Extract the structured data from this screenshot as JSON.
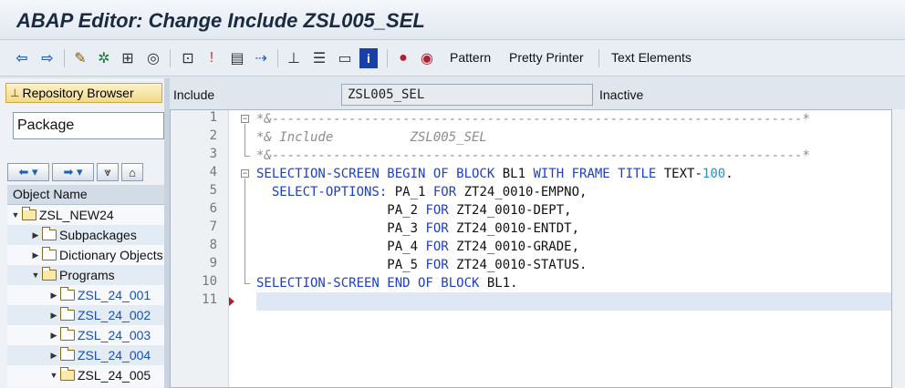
{
  "window": {
    "title": "ABAP Editor: Change Include ZSL005_SEL"
  },
  "toolbar": {
    "icons": [
      "back-arrow-icon",
      "forward-arrow-icon",
      "display-change-icon",
      "activate-icon",
      "check-icon",
      "test-icon",
      "where-used-icon",
      "object-list-icon",
      "navigation-icon",
      "pattern-icon",
      "layout-icon",
      "tree-icon",
      "help-icon",
      "breakpoint-icon",
      "session-breakpoint-icon"
    ],
    "pattern_label": "Pattern",
    "pretty_printer_label": "Pretty Printer",
    "text_elements_label": "Text Elements"
  },
  "left_panel": {
    "repository_browser_label": "Repository Browser",
    "object_type_value": "Package",
    "object_name_header": "Object Name",
    "tree": [
      {
        "label": "ZSL_NEW24",
        "level": 0,
        "expanded": true,
        "link": false
      },
      {
        "label": "Subpackages",
        "level": 1,
        "expanded": false,
        "link": false
      },
      {
        "label": "Dictionary Objects",
        "level": 1,
        "expanded": false,
        "link": false
      },
      {
        "label": "Programs",
        "level": 1,
        "expanded": true,
        "link": false
      },
      {
        "label": "ZSL_24_001",
        "level": 2,
        "expanded": false,
        "link": true
      },
      {
        "label": "ZSL_24_002",
        "level": 2,
        "expanded": false,
        "link": true
      },
      {
        "label": "ZSL_24_003",
        "level": 2,
        "expanded": false,
        "link": true
      },
      {
        "label": "ZSL_24_004",
        "level": 2,
        "expanded": false,
        "link": true
      },
      {
        "label": "ZSL_24_005",
        "level": 2,
        "expanded": true,
        "link": false
      }
    ]
  },
  "header_fields": {
    "include_label": "Include",
    "include_value": "ZSL005_SEL",
    "status": "Inactive"
  },
  "editor": {
    "line_numbers": [
      "1",
      "2",
      "3",
      "4",
      "5",
      "6",
      "7",
      "8",
      "9",
      "10",
      "11"
    ],
    "lines": {
      "l1": "*&---------------------------------------------------------------------*",
      "l2": "*& Include          ZSL005_SEL",
      "l3": "*&---------------------------------------------------------------------*",
      "l4_a": "SELECTION-SCREEN BEGIN OF BLOCK",
      "l4_b": " BL1 ",
      "l4_c": "WITH FRAME TITLE",
      "l4_d": " TEXT-",
      "l4_e": "100",
      "l4_f": ".",
      "l5_a": "  SELECT-OPTIONS:",
      "l5_b": " PA_1 ",
      "l5_c": "FOR",
      "l5_d": " ZT24_0010-EMPNO,",
      "l6_b": "                 PA_2 ",
      "l6_c": "FOR",
      "l6_d": " ZT24_0010-DEPT,",
      "l7_b": "                 PA_3 ",
      "l7_c": "FOR",
      "l7_d": " ZT24_0010-ENTDT,",
      "l8_b": "                 PA_4 ",
      "l8_c": "FOR",
      "l8_d": " ZT24_0010-GRADE,",
      "l9_b": "                 PA_5 ",
      "l9_c": "FOR",
      "l9_d": " ZT24_0010-STATUS.",
      "l10_a": "SELECTION-SCREEN END OF BLOCK",
      "l10_b": " BL1."
    }
  }
}
